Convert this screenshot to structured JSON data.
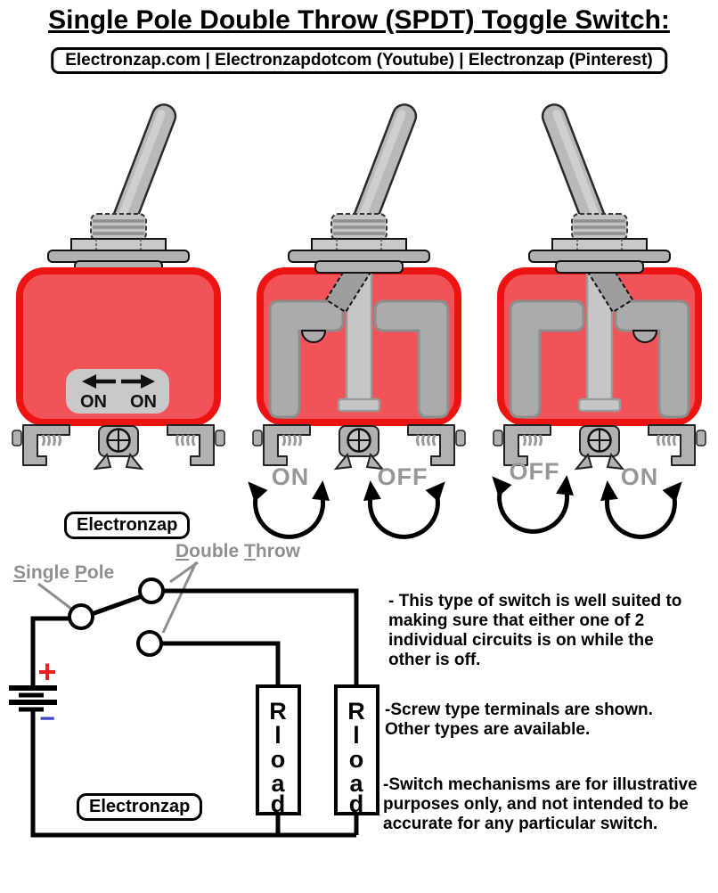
{
  "header": {
    "title": "Single Pole Double Throw (SPDT) Toggle Switch:",
    "subtitle": "Electronzap.com | Electronzapdotcom (Youtube) | Electronzap (Pinterest)"
  },
  "switch_front": {
    "plate_left": "ON",
    "plate_right": "ON"
  },
  "toggle_arcs": [
    {
      "label": "ON",
      "direction": "counterclockwise"
    },
    {
      "label": "OFF",
      "direction": "clockwise"
    },
    {
      "label": "OFF",
      "direction": "counterclockwise"
    },
    {
      "label": "ON",
      "direction": "clockwise"
    }
  ],
  "badges": {
    "upper": "Electronzap",
    "lower": "Electronzap"
  },
  "schematic": {
    "single_pole_label": "Single Pole",
    "double_throw_label": "Double Throw",
    "battery_plus": "+",
    "battery_minus": "−",
    "rload_label": "R load",
    "rload_letters": [
      "R",
      "l",
      "o",
      "a",
      "d"
    ]
  },
  "notes": [
    "- This type of switch is well suited to making sure that either one of 2 individual circuits is on while the other is off.",
    "-Screw type terminals are shown. Other types are available.",
    "-Switch mechanisms are for illustrative purposes only, and not intended to be accurate for any particular switch."
  ],
  "colors": {
    "body_red": "#f25359",
    "body_border_red": "#ec1313",
    "metal_gray": "#b9b9b9",
    "metal_light": "#c6c6c6",
    "contact_gray": "#ababab",
    "label_gray": "#979797",
    "battery_plus_red": "#e81f1f",
    "battery_minus_blue": "#4343c8"
  }
}
